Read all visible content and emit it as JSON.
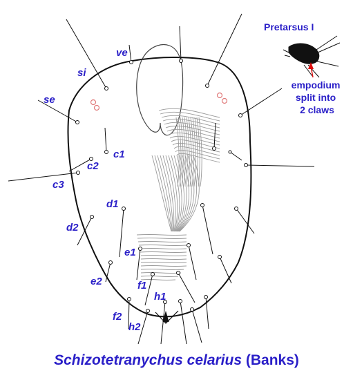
{
  "colors": {
    "label": "#2a1fc8",
    "line": "#111111",
    "striae": "#9a9a9a",
    "eyes": "#e07a7a",
    "arrow": "#e01010"
  },
  "setae_labels": {
    "ve": "ve",
    "si": "si",
    "se": "se",
    "c1": "c1",
    "c2": "c2",
    "c3": "c3",
    "d1": "d1",
    "d2": "d2",
    "e1": "e1",
    "e2": "e2",
    "f1": "f1",
    "f2": "f2",
    "h1": "h1",
    "h2": "h2"
  },
  "inset": {
    "title": "Pretarsus I",
    "note_lines": [
      "empodium",
      "split into",
      "2 claws"
    ]
  },
  "caption": {
    "species": "Schizotetranychus celarius",
    "author": "(Banks)"
  }
}
